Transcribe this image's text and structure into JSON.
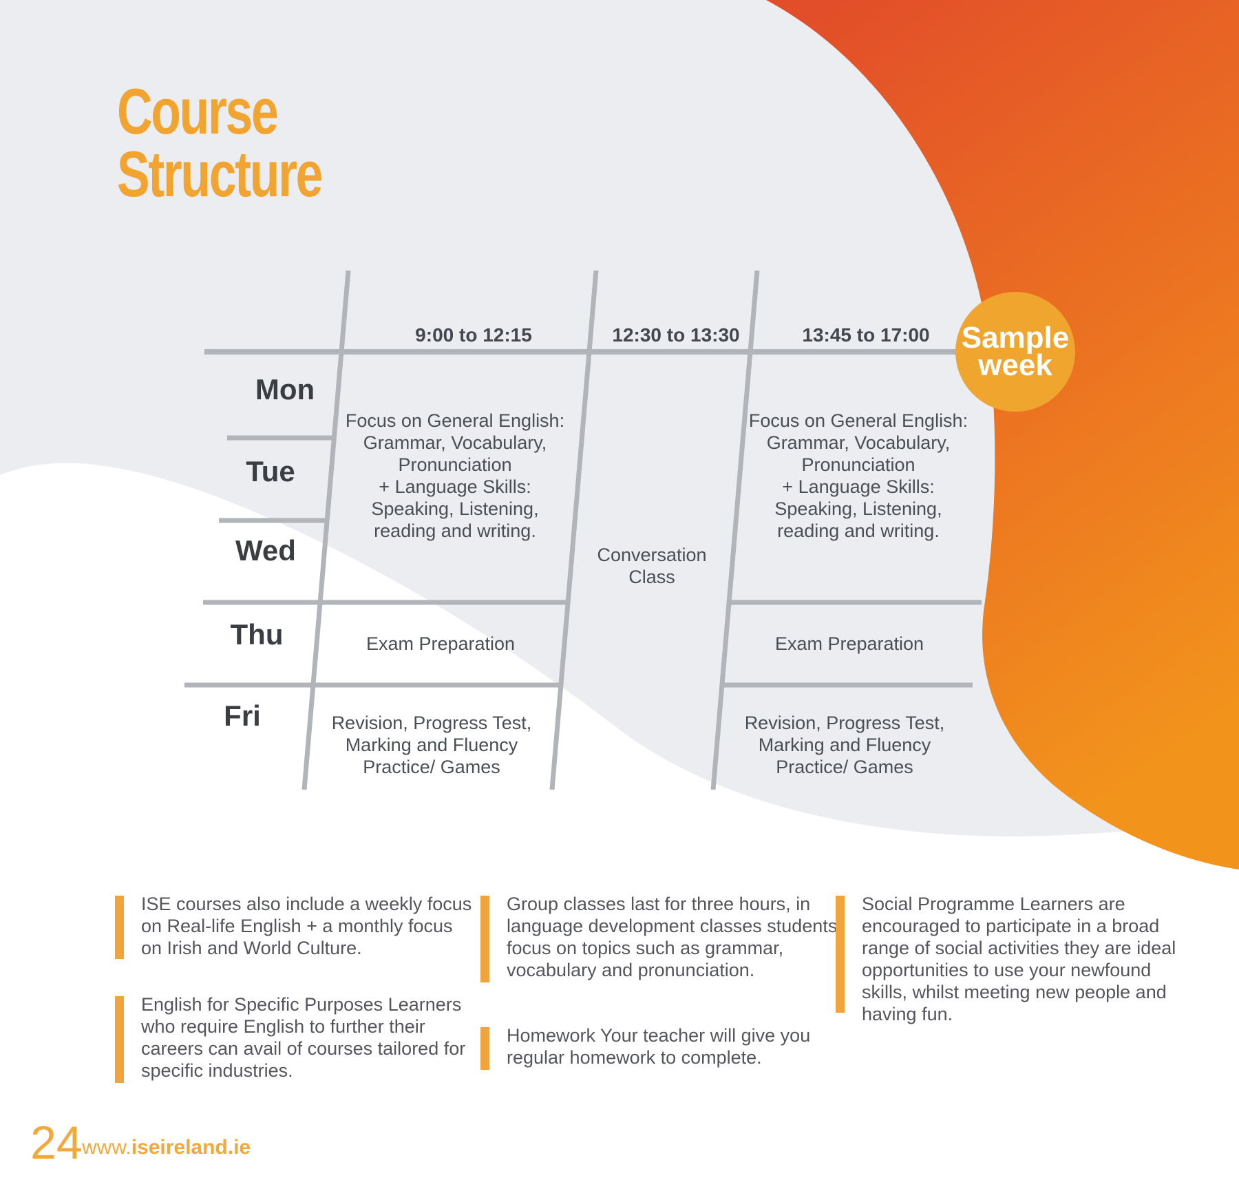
{
  "title": {
    "line1": "Course",
    "line2": "Structure"
  },
  "badge": {
    "line1": "Sample",
    "line2": "week"
  },
  "timetable": {
    "time_slots": [
      "9:00 to 12:15",
      "12:30 to 13:30",
      "13:45 to 17:00"
    ],
    "days": [
      "Mon",
      "Tue",
      "Wed",
      "Thu",
      "Fri"
    ],
    "cells": {
      "general_english_morning": "Focus on General English:\nGrammar, Vocabulary,\nPronunciation\n+ Language Skills:\nSpeaking, Listening,\nreading and writing.",
      "general_english_afternoon": "Focus on General English:\nGrammar, Vocabulary,\nPronunciation\n+ Language Skills:\nSpeaking, Listening,\nreading and writing.",
      "conversation_class": "Conversation\nClass",
      "exam_prep_morning": "Exam Preparation",
      "exam_prep_afternoon": "Exam Preparation",
      "friday_morning": "Revision, Progress Test,\nMarking and Fluency\nPractice/ Games",
      "friday_afternoon": "Revision, Progress Test,\nMarking and Fluency\nPractice/ Games"
    }
  },
  "notes": [
    {
      "text": "ISE courses also include a weekly focus\non Real-life English + a monthly focus\non Irish and World Culture."
    },
    {
      "text": "English for Specific Purposes Learners\nwho require English to further their\ncareers can avail of courses tailored for\nspecific industries."
    },
    {
      "text": "Group classes last for three hours, in\nlanguage development classes students\nfocus on topics such as grammar,\nvocabulary and pronunciation."
    },
    {
      "text": "Homework Your teacher will give you\nregular homework to complete."
    },
    {
      "text": "Social Programme Learners are\nencouraged to participate in a broad\nrange of social activities they are ideal\nopportunities to use your newfound\nskills, whilst meeting new people and\nhaving fun."
    }
  ],
  "footer": {
    "page_number": "24",
    "website_www": "www.",
    "website_domain": "iseireland.ie"
  },
  "colors": {
    "accent_amber": "#F1A42F",
    "bar_amber": "#F2A43C",
    "blob_top": "#E24E29",
    "blob_bottom": "#F2941C",
    "line_gray": "#B1B4B9",
    "background_gray": "#ECEDF1",
    "text_dark": "#3A3D42"
  }
}
